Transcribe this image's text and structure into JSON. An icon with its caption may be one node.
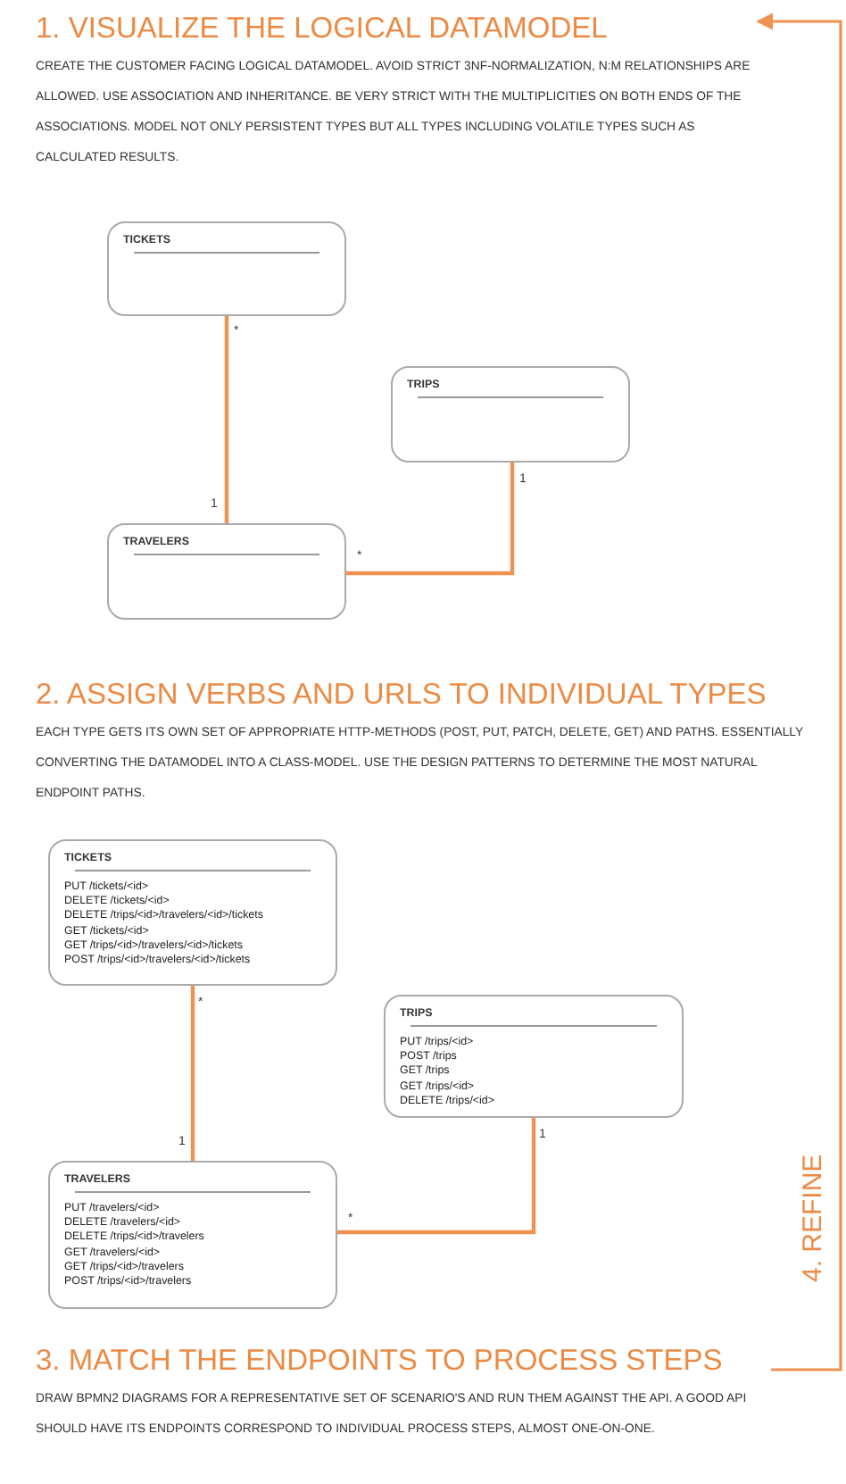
{
  "diagram": {
    "nodes": [
      {
        "text": [
          "1. VISUALIZE THE LOGICAL DATAMODEL",
          "CREATE THE CUSTOMER FACING LOGICAL DATAMODEL. AVOID STRICT 3NF-NORMALIZATION, N:M RELATIONSHIPS ARE ALLOWED. USE ASSOCIATION AND INHERITANCE. BE VERY STRICT WITH THE MULTIPLICITIES ON BOTH ENDS OF THE ASSOCIATIONS. MODEL NOT ONLY PERSISTENT TYPES BUT ALL TYPES INCLUDING VOLATILE TYPES SUCH AS CALCULATED RESULTS."
        ]
      },
      {
        "text": [
          "TICKETS"
        ]
      },
      {
        "text": [
          "TRIPS"
        ]
      },
      {
        "text": [
          "TRAVELERS"
        ]
      },
      {
        "text": [
          "2. ASSIGN VERBS AND URLS TO INDIVIDUAL TYPES",
          "EACH TYPE GETS ITS OWN SET OF APPROPRIATE HTTP-METHODS (POST, PUT, PATCH, DELETE, GET) AND PATHS. ESSENTIALLY CONVERTING THE DATAMODEL INTO A CLASS-MODEL. USE THE DESIGN PATTERNS TO DETERMINE THE MOST NATURAL ENDPOINT PATHS."
        ]
      },
      {
        "text": [
          "TICKETS",
          "PUT /tickets/<id>",
          "DELETE /tickets/<id>",
          "DELETE /trips/<id>/travelers/<id>/tickets",
          "GET /tickets/<id>",
          "GET /trips/<id>/travelers/<id>/tickets",
          "POST /trips/<id>/travelers/<id>/tickets"
        ]
      },
      {
        "text": [
          "TRIPS",
          "PUT /trips/<id>",
          "POST /trips",
          "GET /trips",
          "GET /trips/<id>",
          "DELETE /trips/<id>"
        ]
      },
      {
        "text": [
          "TRAVELERS",
          "PUT /travelers/<id>",
          "DELETE /travelers/<id>",
          "DELETE /trips/<id>/travelers",
          "GET /travelers/<id>",
          "GET /trips/<id>/travelers",
          "POST /trips/<id>/travelers"
        ]
      },
      {
        "text": [
          "3. MATCH THE ENDPOINTS TO PROCESS STEPS",
          "DRAW BPMN2 DIAGRAMS FOR A REPRESENTATIVE SET OF SCENARIO'S AND RUN THEM AGAINST THE API. A GOOD API SHOULD HAVE ITS ENDPOINTS CORRESPOND TO INDIVIDUAL PROCESS STEPS, ALMOST ONE-ON-ONE."
        ]
      }
    ],
    "edges": [
      {
        "from": 1,
        "to": 3,
        "arrow": "none"
      },
      {
        "from": 3,
        "to": 2,
        "arrow": "none"
      },
      {
        "from": 5,
        "to": 7,
        "arrow": "none"
      },
      {
        "from": 7,
        "to": 6,
        "arrow": "none"
      },
      {
        "from": 8,
        "to": 0,
        "arrow": "to",
        "label": "4. REFINE"
      }
    ],
    "labels": [
      "*",
      "1",
      "1",
      "*",
      "*",
      "1",
      "1",
      "*"
    ]
  }
}
